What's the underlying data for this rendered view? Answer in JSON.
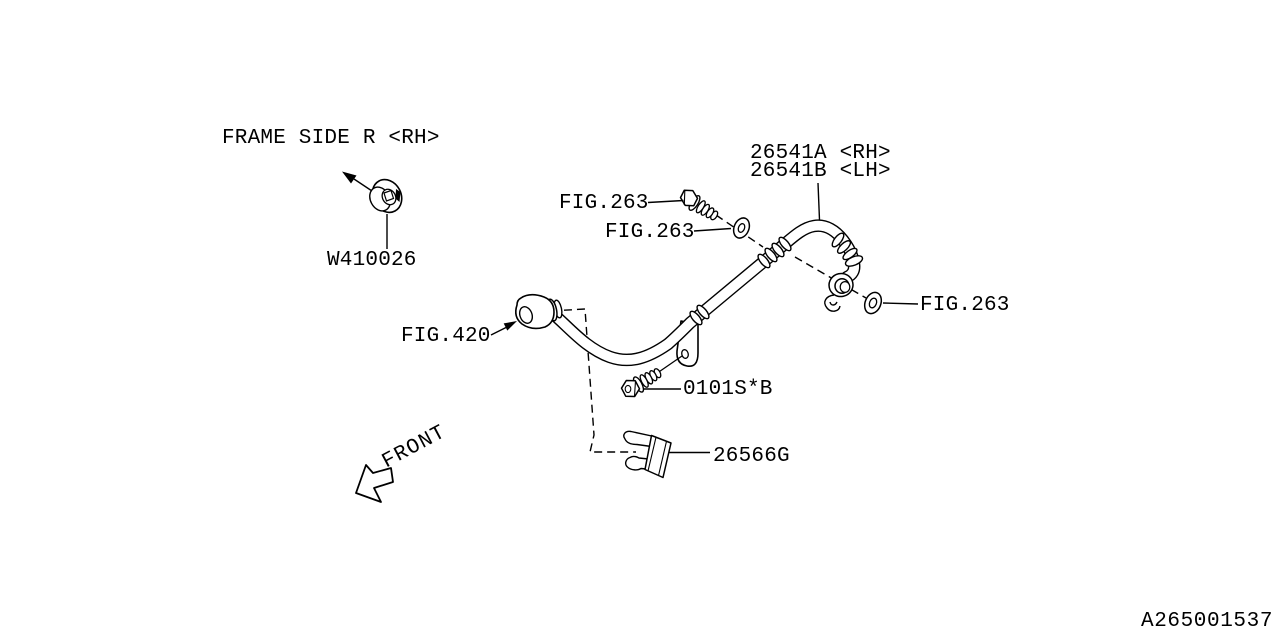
{
  "colors": {
    "background": "#ffffff",
    "line": "#000000"
  },
  "labels": {
    "frame_side": "FRAME SIDE R <RH>",
    "grommet": "W410026",
    "hose_rh": "26541A <RH>",
    "hose_lh": "26541B <LH>",
    "fig263_bolt": "FIG.263",
    "fig263_washer_mid": "FIG.263",
    "fig263_washer_right": "FIG.263",
    "fig420": "FIG.420",
    "mount_bolt": "0101S*B",
    "clip": "26566G",
    "front": "FRONT",
    "diagram_code": "A265001537"
  }
}
